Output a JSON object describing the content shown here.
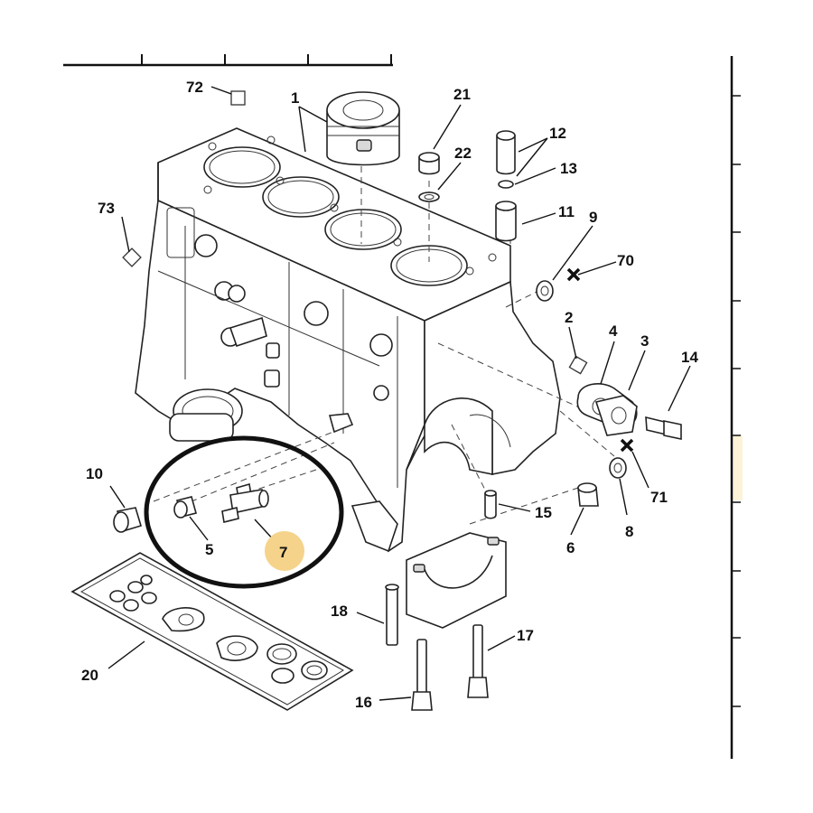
{
  "colors": {
    "highlight_badge": "#f5d38a",
    "circle_marker": "#111111",
    "right_edge_tint": "#fdf3d8"
  },
  "callouts": {
    "c1": "1",
    "c2": "2",
    "c3": "3",
    "c4": "4",
    "c5": "5",
    "c6": "6",
    "c7": "7",
    "c8": "8",
    "c9": "9",
    "c10": "10",
    "c11": "11",
    "c12": "12",
    "c13": "13",
    "c14": "14",
    "c15": "15",
    "c16": "16",
    "c17": "17",
    "c18": "18",
    "c20": "20",
    "c21": "21",
    "c22": "22",
    "c70": "70",
    "c71": "71",
    "c72": "72",
    "c73": "73"
  },
  "highlighted_callout": "7",
  "icons": {
    "cross_marker": "cross-icon",
    "small_square_marker": "square-icon",
    "diamond_marker": "diamond-icon"
  }
}
